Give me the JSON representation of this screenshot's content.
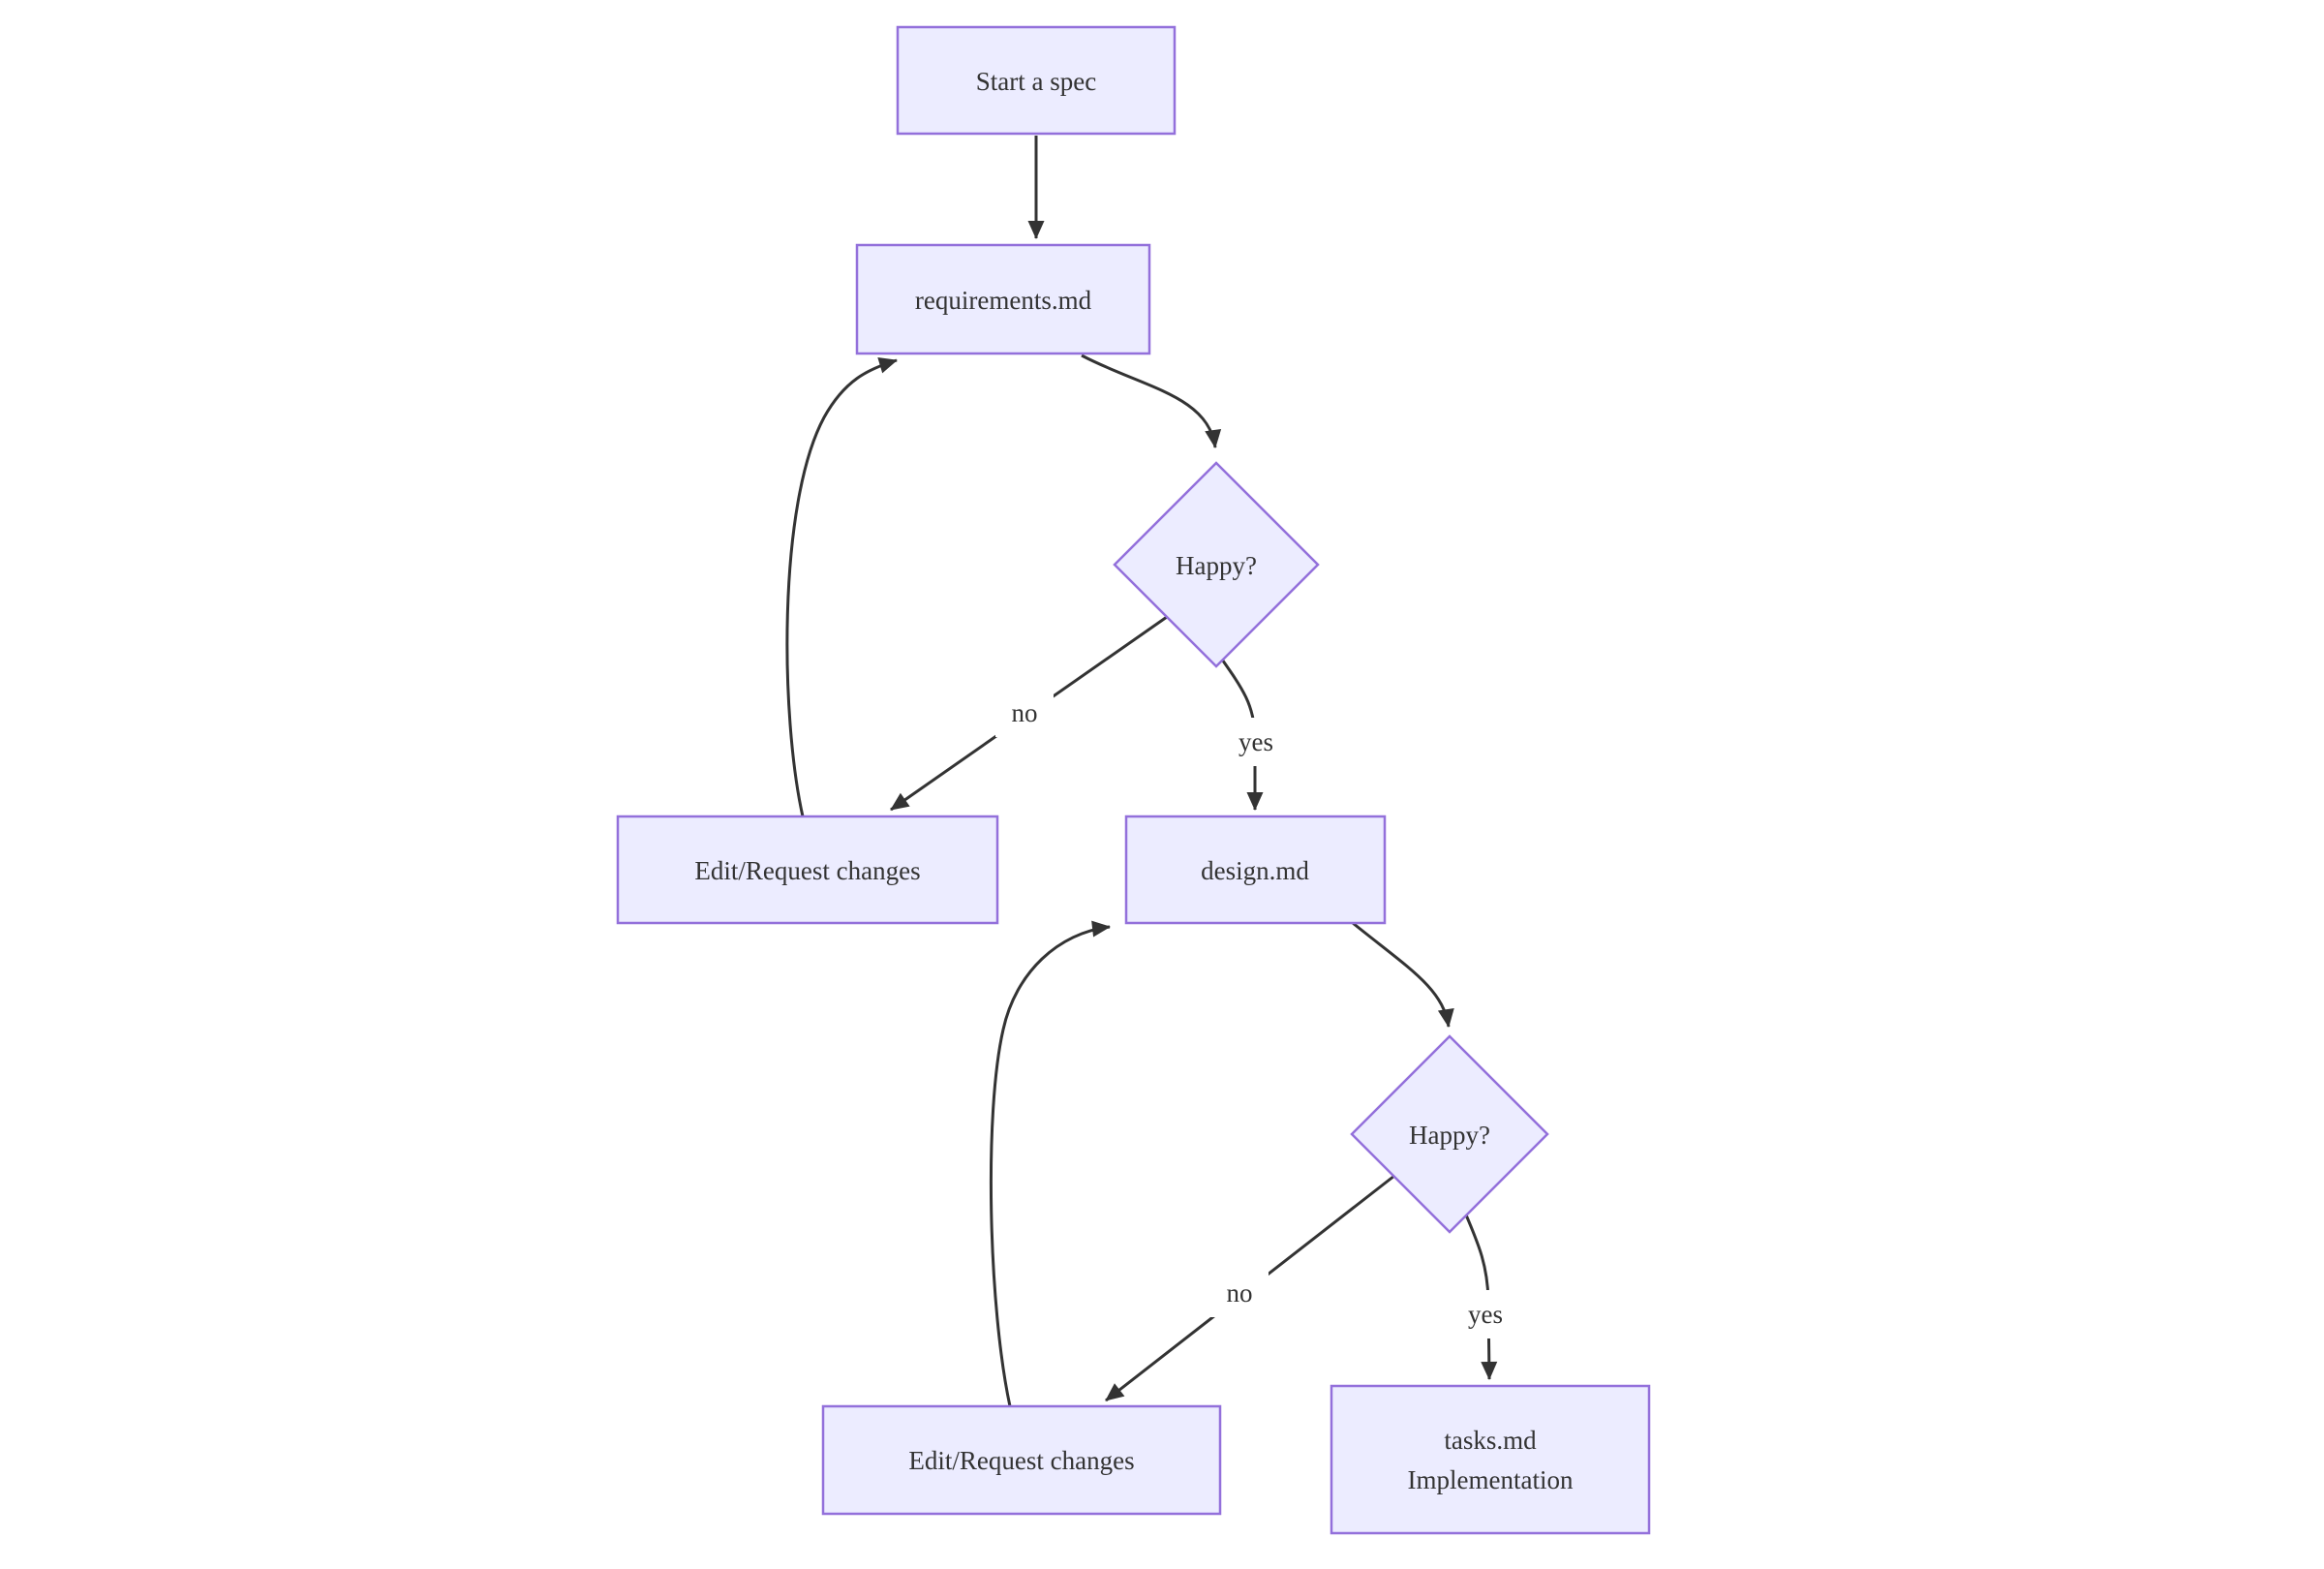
{
  "diagram": {
    "type": "flowchart",
    "direction": "top-down",
    "colors": {
      "canvas": "#ffffff",
      "node_fill": "#ECECFF",
      "node_border": "#9370DB",
      "edge": "#333333",
      "text": "#333333",
      "label_background": "#ffffff"
    },
    "nodes": [
      {
        "id": "start",
        "shape": "rect",
        "label": "Start a spec"
      },
      {
        "id": "requirements",
        "shape": "rect",
        "label": "requirements.md"
      },
      {
        "id": "happy1",
        "shape": "diamond",
        "label": "Happy?"
      },
      {
        "id": "edit1",
        "shape": "rect",
        "label": "Edit/Request changes"
      },
      {
        "id": "design",
        "shape": "rect",
        "label": "design.md"
      },
      {
        "id": "happy2",
        "shape": "diamond",
        "label": "Happy?"
      },
      {
        "id": "edit2",
        "shape": "rect",
        "label": "Edit/Request changes"
      },
      {
        "id": "tasks",
        "shape": "rect",
        "lines": [
          "tasks.md",
          "Implementation"
        ]
      }
    ],
    "edges": [
      {
        "from": "start",
        "to": "requirements",
        "label": ""
      },
      {
        "from": "requirements",
        "to": "happy1",
        "label": ""
      },
      {
        "from": "happy1",
        "to": "edit1",
        "label": "no"
      },
      {
        "from": "happy1",
        "to": "design",
        "label": "yes"
      },
      {
        "from": "edit1",
        "to": "requirements",
        "label": ""
      },
      {
        "from": "design",
        "to": "happy2",
        "label": ""
      },
      {
        "from": "happy2",
        "to": "edit2",
        "label": "no"
      },
      {
        "from": "happy2",
        "to": "tasks",
        "label": "yes"
      },
      {
        "from": "edit2",
        "to": "design",
        "label": ""
      }
    ]
  }
}
